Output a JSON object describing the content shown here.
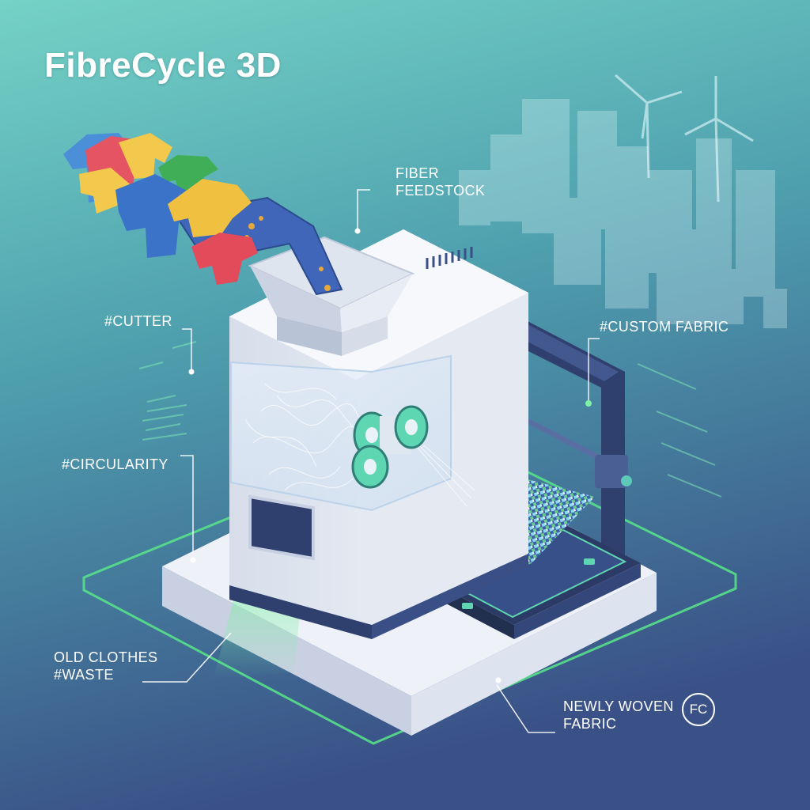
{
  "title": "FibreCycle 3D",
  "labels": {
    "fiber_feedstock": [
      "FIBER",
      "FEEDSTOCK"
    ],
    "cutter": "#CUTTER",
    "custom_fabric": "#CUSTOM FABRIC",
    "circularity": "#CIRCULARITY",
    "old_clothes": [
      "OLD CLOTHES",
      "#WASTE"
    ],
    "newly_woven": [
      "NEWLY WOVEN",
      "FABRIC"
    ]
  },
  "logo": "FC",
  "colors": {
    "background_top": "#6fcfc4",
    "background_bottom": "#3a5688",
    "accent_green": "#4ee07c",
    "machine_body": "#e8ecf4",
    "frame_navy": "#2e3f6e",
    "teal_spool": "#5fd6b2"
  },
  "icons": [
    "t-shirt-icon",
    "wind-turbine-icon",
    "city-skyline-icon",
    "vent-icon"
  ]
}
